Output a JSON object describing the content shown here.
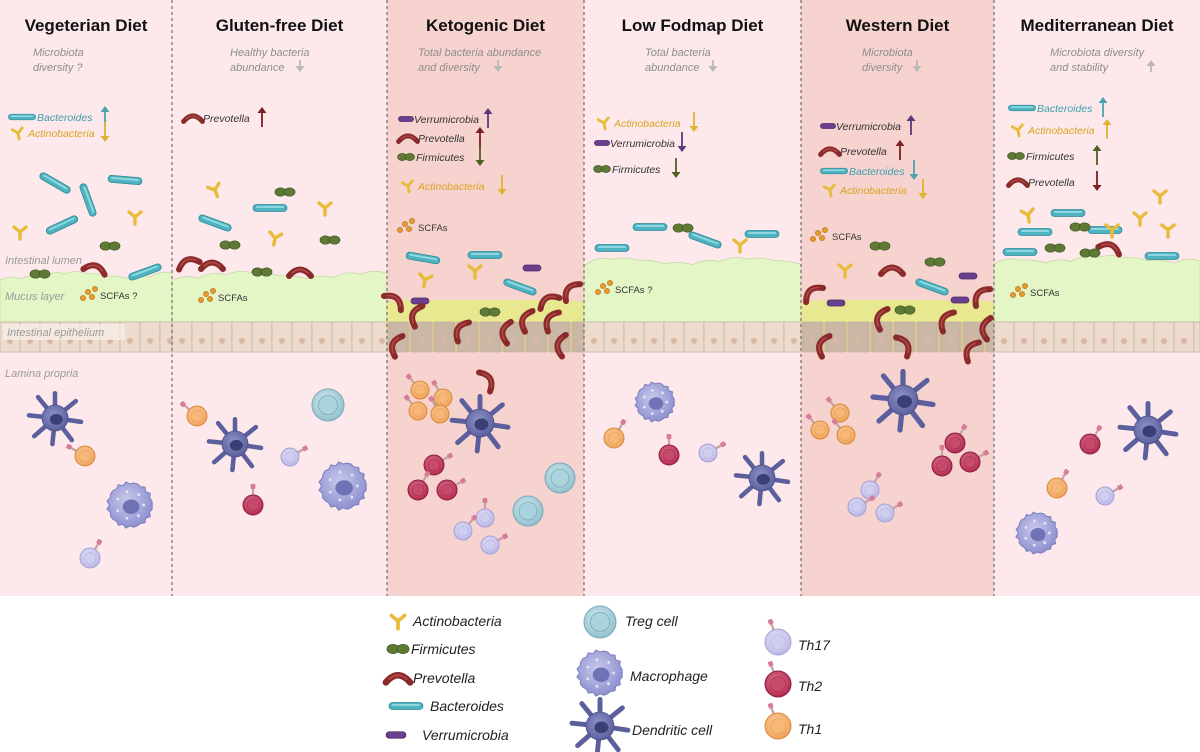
{
  "panels": [
    {
      "title": "Vegeterian Diet",
      "note": [
        "Microbiota",
        "diversity ?"
      ],
      "highlight": false,
      "bacteria": [
        {
          "name": "Bacteroides",
          "type": "bacteroides",
          "dir": "up"
        },
        {
          "name": "Actinobacteria",
          "type": "actino",
          "dir": "down"
        }
      ],
      "scfa": "SCFAs ?"
    },
    {
      "title": "Gluten-free Diet",
      "note": [
        "Healthy bacteria",
        "abundance"
      ],
      "note_arrow": "down",
      "highlight": false,
      "bacteria": [
        {
          "name": "Prevotella",
          "type": "prevotella",
          "dir": "up"
        }
      ],
      "scfa": "SCFAs"
    },
    {
      "title": "Ketogenic Diet",
      "note": [
        "Total bacteria abundance",
        "and  diversity"
      ],
      "note_arrow": "down",
      "highlight": true,
      "bacteria": [
        {
          "name": "Verrumicrobia",
          "type": "verru",
          "dir": "up"
        },
        {
          "name": "Prevotella",
          "type": "prevotella",
          "dir": "up"
        },
        {
          "name": "Firmicutes",
          "type": "firmi",
          "dir": "down"
        },
        {
          "name": "Actinobacteria",
          "type": "actino",
          "dir": "down"
        }
      ],
      "scfa": "SCFAs"
    },
    {
      "title": "Low Fodmap Diet",
      "note": [
        "Total bacteria",
        "abundance"
      ],
      "note_arrow": "down",
      "highlight": false,
      "bacteria": [
        {
          "name": "Actinobacteria",
          "type": "actino",
          "dir": "down"
        },
        {
          "name": "Verrumicrobia",
          "type": "verru",
          "dir": "down"
        },
        {
          "name": "Firmicutes",
          "type": "firmi",
          "dir": "down"
        }
      ],
      "scfa": "SCFAs ?"
    },
    {
      "title": "Western Diet",
      "note": [
        "Microbiota",
        "diversity"
      ],
      "note_arrow": "down",
      "highlight": true,
      "bacteria": [
        {
          "name": "Verrumicrobia",
          "type": "verru",
          "dir": "up"
        },
        {
          "name": "Prevotella",
          "type": "prevotella",
          "dir": "up"
        },
        {
          "name": "Bacteroides",
          "type": "bacteroides",
          "dir": "down"
        },
        {
          "name": "Actinobacteria",
          "type": "actino",
          "dir": "down"
        }
      ],
      "scfa": "SCFAs"
    },
    {
      "title": "Mediterranean Diet",
      "note": [
        "Microbiota  diversity",
        "and stability"
      ],
      "note_arrow": "up",
      "highlight": false,
      "bacteria": [
        {
          "name": "Bacteroides",
          "type": "bacteroides",
          "dir": "up"
        },
        {
          "name": "Actinobacteria",
          "type": "actino",
          "dir": "up"
        },
        {
          "name": "Firmicutes",
          "type": "firmi",
          "dir": "up"
        },
        {
          "name": "Prevotella",
          "type": "prevotella",
          "dir": "down"
        }
      ],
      "scfa": "SCFAs"
    }
  ],
  "layers": {
    "lumen": "Intestinal lumen",
    "mucus": "Mucus layer",
    "epithelium": "Intestinal epithelium",
    "lamina": "Lamina propria"
  },
  "legend": {
    "bacteria": [
      {
        "label": "Actinobacteria",
        "type": "actino"
      },
      {
        "label": "Firmicutes",
        "type": "firmi"
      },
      {
        "label": "Prevotella",
        "type": "prevotella"
      },
      {
        "label": "Bacteroides",
        "type": "bacteroides"
      },
      {
        "label": "Verrumicrobia",
        "type": "verru"
      }
    ],
    "cells": [
      {
        "label": "Treg cell",
        "type": "treg"
      },
      {
        "label": "Macrophage",
        "type": "macro"
      },
      {
        "label": "Dendritic cell",
        "type": "dendritic"
      }
    ],
    "tcells": [
      {
        "label": "Th17",
        "type": "th17"
      },
      {
        "label": "Th2",
        "type": "th2"
      },
      {
        "label": "Th1",
        "type": "th1"
      }
    ]
  },
  "colors": {
    "panel_bg": "#fde9ec",
    "highlight_bg": "#f7d3cf",
    "mucus": "#e4f5c6",
    "mucus_inflamed": "#e6ea8a",
    "epithelium": "#ecdcd0",
    "actinobacteria": "#e8bb3a",
    "firmicutes": "#5f7a35",
    "prevotella": "#8a2a2a",
    "bacteroides": "#4db3c0",
    "verrumicrobia": "#6a3f8e",
    "arrow_up_teal": "#4aa3ae",
    "arrow_gold": "#e1b230",
    "arrow_dark_red": "#7a2020",
    "arrow_purple": "#5a3a7a",
    "arrow_olive": "#4f5f20"
  }
}
